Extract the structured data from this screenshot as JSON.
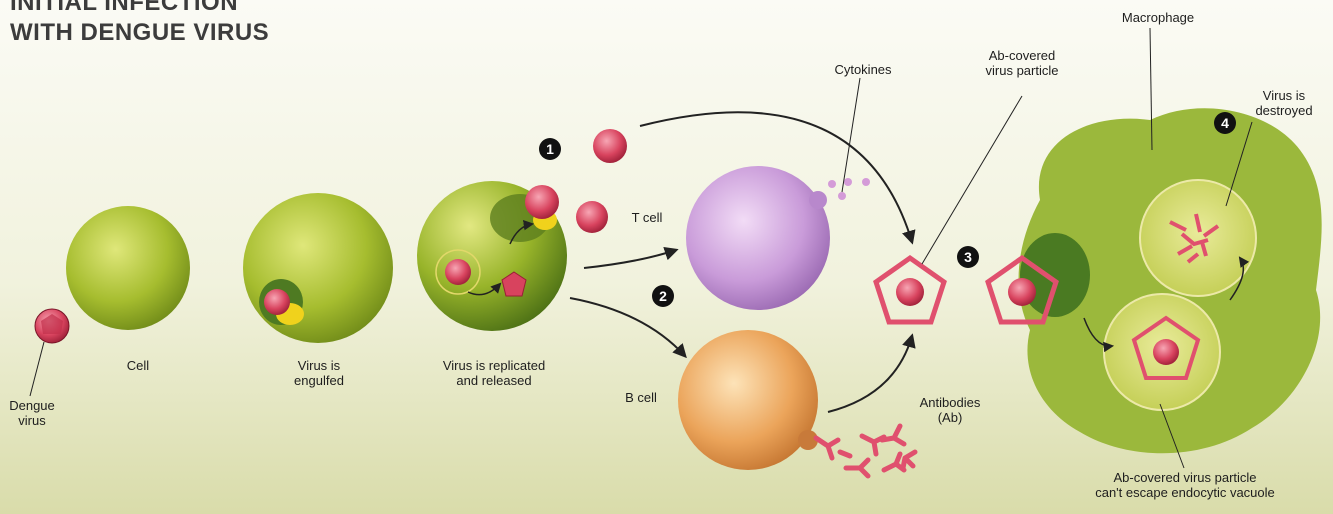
{
  "title": "INITIAL INFECTION\nWITH DENGUE VIRUS",
  "labels": {
    "dengue_virus": "Dengue\nvirus",
    "cell": "Cell",
    "virus_engulfed": "Virus is\nengulfed",
    "virus_replicated": "Virus is replicated\nand released",
    "t_cell": "T cell",
    "b_cell": "B cell",
    "cytokines": "Cytokines",
    "ab_covered_particle": "Ab-covered\nvirus particle",
    "antibodies": "Antibodies\n(Ab)",
    "macrophage": "Macrophage",
    "virus_destroyed": "Virus is\ndestroyed",
    "vacuole_note": "Ab-covered virus particle\ncan't escape endocytic vacuole"
  },
  "steps": [
    "1",
    "2",
    "3",
    "4"
  ],
  "colors": {
    "virus": "#d8435e",
    "cell_green": "#9cb82c",
    "t_cell": "#c89ad8",
    "b_cell": "#eaa85a",
    "antibody": "#e85a78",
    "macrophage": "#98b43a"
  }
}
